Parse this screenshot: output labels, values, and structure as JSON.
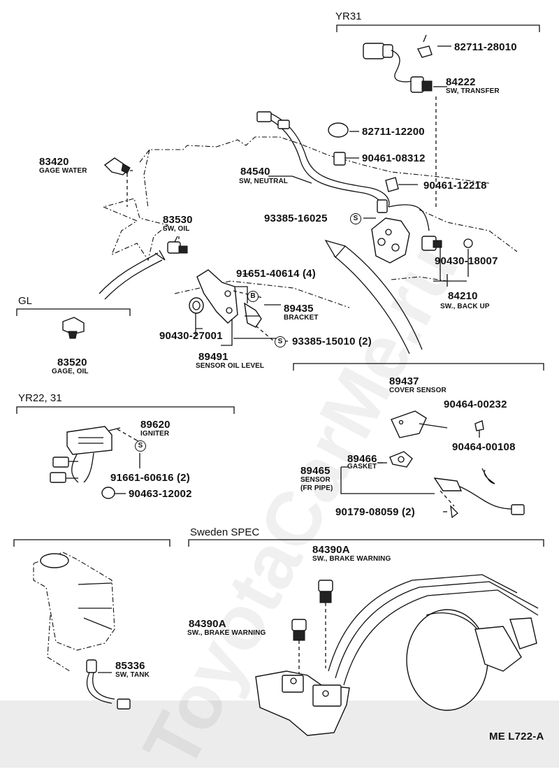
{
  "watermark": "ToyotaCarMe.ru",
  "footer": {
    "code": "ME  L722-A"
  },
  "sections": {
    "yr31": "YR31",
    "gl": "GL",
    "yr22": "YR22, 31",
    "sweden": "Sweden SPEC"
  },
  "parts": {
    "p82711_28010": {
      "number": "82711-28010"
    },
    "p84222": {
      "number": "84222",
      "desc": "SW, TRANSFER"
    },
    "p82711_12200": {
      "number": "82711-12200"
    },
    "p90461_08312": {
      "number": "90461-08312"
    },
    "p90461_12218": {
      "number": "90461-12218"
    },
    "p84540": {
      "number": "84540",
      "desc": "SW, NEUTRAL"
    },
    "p83420": {
      "number": "83420",
      "desc": "GAGE WATER"
    },
    "p93385_16025": {
      "number": "93385-16025",
      "mark": "S"
    },
    "p83530": {
      "number": "83530",
      "desc": "SW, OIL"
    },
    "p90430_18007": {
      "number": "90430-18007"
    },
    "p91651_40614": {
      "number": "91651-40614 (4)",
      "mark": "B"
    },
    "p84210": {
      "number": "84210",
      "desc": "SW., BACK UP"
    },
    "p89435": {
      "number": "89435",
      "desc": "BRACKET"
    },
    "p90430_27001": {
      "number": "90430-27001"
    },
    "p93385_15010": {
      "number": "93385-15010 (2)",
      "mark": "S"
    },
    "p89491": {
      "number": "89491",
      "desc": "SENSOR OIL LEVEL"
    },
    "p83520": {
      "number": "83520",
      "desc": "GAGE, OIL"
    },
    "p89437": {
      "number": "89437",
      "desc": "COVER SENSOR"
    },
    "p90464_00232": {
      "number": "90464-00232"
    },
    "p89620": {
      "number": "89620",
      "desc": "IGNITER"
    },
    "p90464_00108": {
      "number": "90464-00108"
    },
    "p89466": {
      "number": "89466",
      "desc": "GASKET"
    },
    "p89465": {
      "number": "89465",
      "desc1": "SENSOR",
      "desc2": "(FR PIPE)"
    },
    "p91661_60616": {
      "number": "91661-60616 (2)",
      "mark": "S"
    },
    "p90463_12002": {
      "number": "90463-12002"
    },
    "p90179_08059": {
      "number": "90179-08059 (2)"
    },
    "p84390a_top": {
      "number": "84390A",
      "desc": "SW., BRAKE WARNING"
    },
    "p84390a_left": {
      "number": "84390A",
      "desc": "SW., BRAKE WARNING"
    },
    "p85336": {
      "number": "85336",
      "desc": "SW, TANK"
    }
  }
}
